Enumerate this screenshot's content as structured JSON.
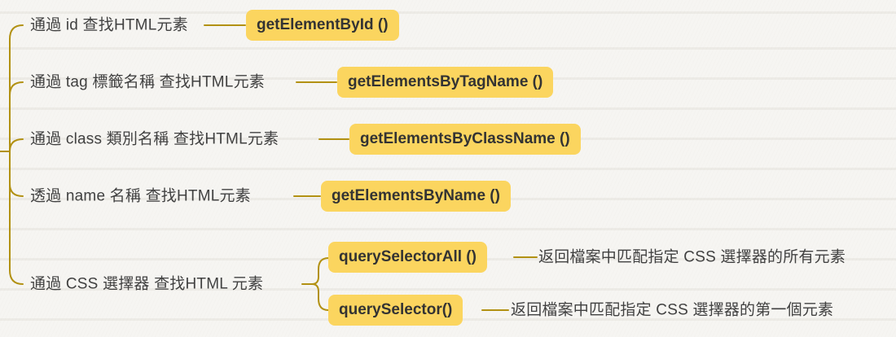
{
  "diagram": {
    "type": "mindmap",
    "topic": "DOM element lookup methods (root off-screen left)",
    "colors": {
      "connector": "#b29113",
      "topic_highlight": "#fbd55f",
      "topic_text": "#333333",
      "label_text": "#414141",
      "background_paper": "#f6f5f2"
    },
    "branches": [
      {
        "label": "通過 id 查找HTML元素",
        "method": "getElementById ()"
      },
      {
        "label": "通過 tag 標籤名稱 查找HTML元素",
        "method": "getElementsByTagName ()"
      },
      {
        "label": "通過 class 類別名稱 查找HTML元素",
        "method": "getElementsByClassName ()"
      },
      {
        "label": "透過 name 名稱 查找HTML元素",
        "method": "getElementsByName ()"
      },
      {
        "label": "通過 CSS 選擇器 查找HTML 元素",
        "children": [
          {
            "method": "querySelectorAll ()",
            "description": "返回檔案中匹配指定 CSS 選擇器的所有元素"
          },
          {
            "method": "querySelector()",
            "description": "返回檔案中匹配指定 CSS 選擇器的第一個元素"
          }
        ]
      }
    ]
  }
}
